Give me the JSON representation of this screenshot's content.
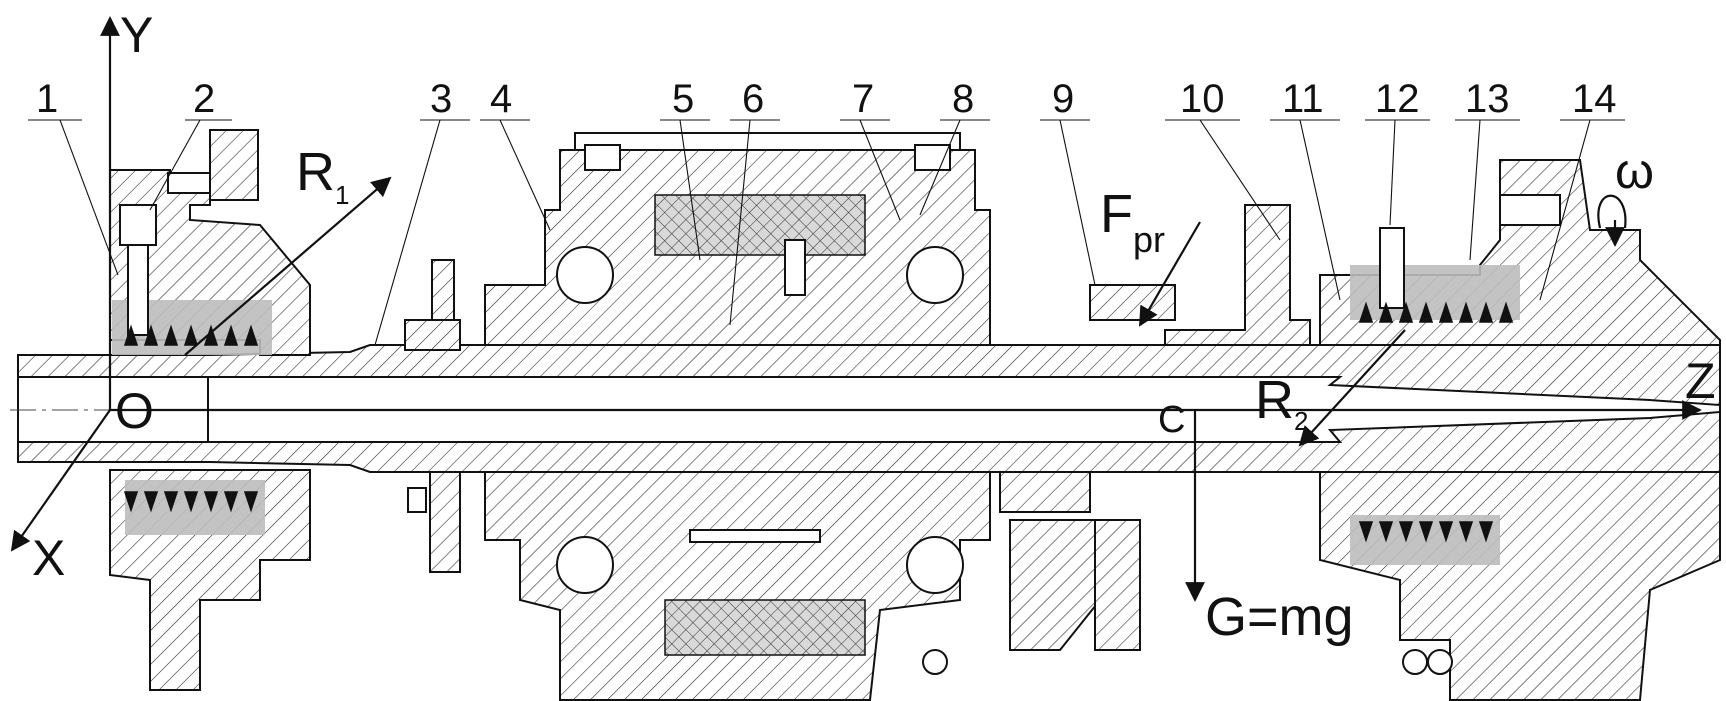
{
  "part_labels": [
    "1",
    "2",
    "3",
    "4",
    "5",
    "6",
    "7",
    "8",
    "9",
    "10",
    "11",
    "12",
    "13",
    "14"
  ],
  "axes": {
    "y": "Y",
    "z": "Z",
    "x": "X",
    "origin": "O"
  },
  "forces": {
    "r1_main": "R",
    "r1_sub": "1",
    "r2_main": "R",
    "r2_sub": "2",
    "fpr_main": "F",
    "fpr_sub": "pr",
    "gravity": "G=mg",
    "center": "C",
    "omega": "ω"
  }
}
